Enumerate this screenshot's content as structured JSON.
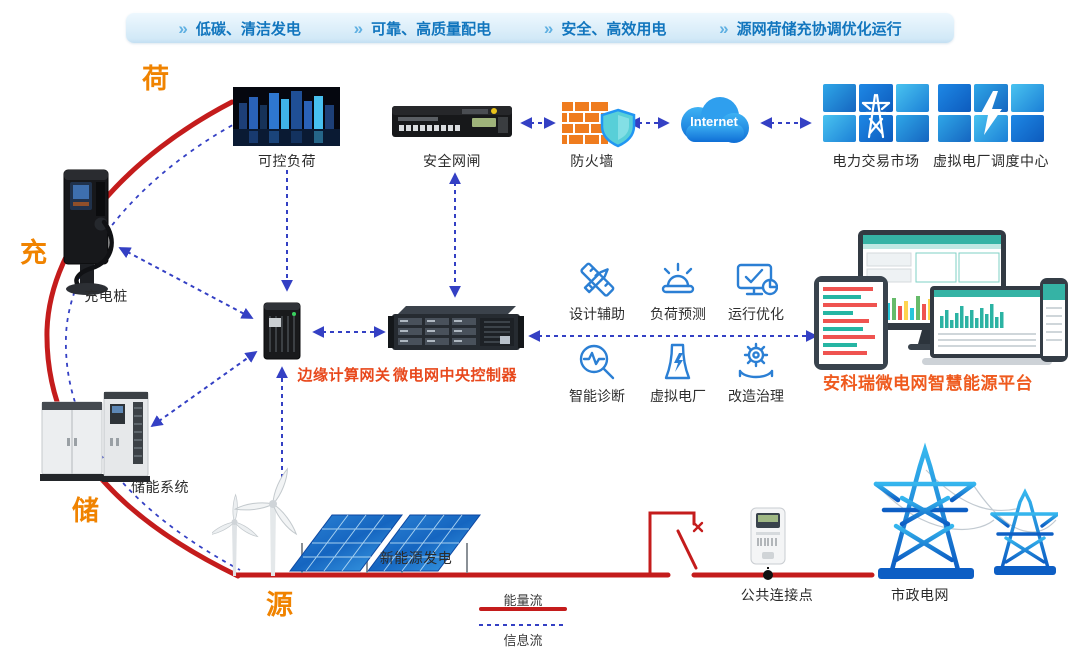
{
  "banner": {
    "chevron": "»",
    "items": [
      {
        "label": "低碳、清洁发电"
      },
      {
        "label": "可靠、高质量配电"
      },
      {
        "label": "安全、高效用电"
      },
      {
        "label": "源网荷储充协调优化运行"
      }
    ]
  },
  "side_labels": {
    "load": "荷",
    "charge": "充",
    "storage": "储",
    "source": "源"
  },
  "nodes": {
    "controllable_load": {
      "label": "可控负荷"
    },
    "security_gateway": {
      "label": "安全网闸"
    },
    "firewall": {
      "label": "防火墙"
    },
    "internet": {
      "label": "Internet"
    },
    "power_trading_market": {
      "label": "电力交易市场"
    },
    "vpp_dispatch_center": {
      "label": "虚拟电厂调度中心"
    },
    "charging_pile": {
      "label": "充电桩"
    },
    "edge_gateway": {
      "label": "边缘计算网关"
    },
    "central_controller": {
      "label": "微电网中央控制器"
    },
    "platform": {
      "label": "安科瑞微电网智慧能源平台"
    },
    "storage_system": {
      "label": "储能系统"
    },
    "renewable_generation": {
      "label": "新能源发电"
    },
    "pcc": {
      "label": "公共连接点"
    },
    "municipal_grid": {
      "label": "市政电网"
    }
  },
  "functions": {
    "items": [
      {
        "label": "设计辅助",
        "icon": "design-assist-icon"
      },
      {
        "label": "负荷预测",
        "icon": "load-forecast-icon"
      },
      {
        "label": "运行优化",
        "icon": "operation-optimization-icon"
      },
      {
        "label": "智能诊断",
        "icon": "smart-diagnosis-icon"
      },
      {
        "label": "虚拟电厂",
        "icon": "virtual-power-plant-icon"
      },
      {
        "label": "改造治理",
        "icon": "retrofit-governance-icon"
      }
    ]
  },
  "legend": {
    "energy_flow": "能量流",
    "info_flow": "信息流"
  },
  "colors": {
    "energy_flow": "#c41c1c",
    "info_flow": "#3440c4",
    "banner_text": "#1276be",
    "section_label": "#f08300",
    "highlight_label": "#e8481c",
    "grid_blue": "#1e88e5"
  }
}
